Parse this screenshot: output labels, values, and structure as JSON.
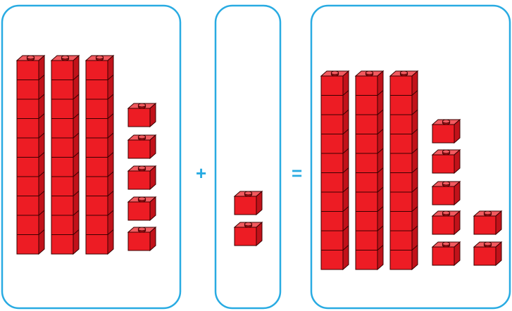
{
  "colors": {
    "panel_border": "#29abe2",
    "operator": "#29abe2",
    "cube_front": "#ed1c24",
    "cube_top": "#f25a5f",
    "cube_side": "#c1121a",
    "cube_edge": "#3a0000"
  },
  "operators": {
    "plus": "+",
    "equals": "="
  },
  "equation": {
    "left": {
      "tens_rods": 3,
      "ones_cubes": 5
    },
    "middle": {
      "tens_rods": 0,
      "ones_cubes": 2
    },
    "right": {
      "tens_rods": 3,
      "ones_cubes": 7
    }
  }
}
